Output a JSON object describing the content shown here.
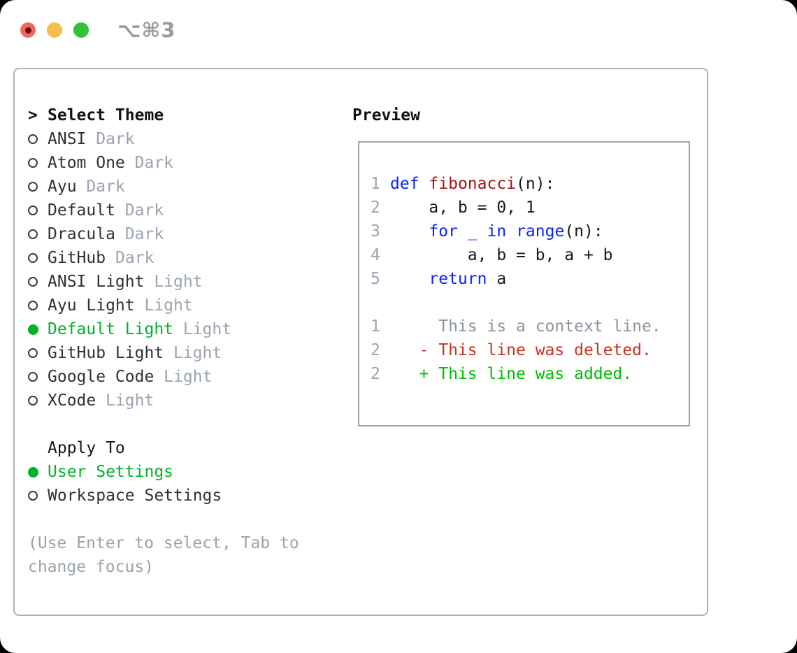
{
  "titlebar": {
    "title": "⌥⌘3",
    "traffic_lights": [
      "close",
      "minimize",
      "zoom"
    ]
  },
  "colors": {
    "accent_green": "#00b327",
    "keyword": "#0b24fb",
    "function": "#a31515",
    "text": "#17191d",
    "context": "#8b949e",
    "deleted": "#c5341f",
    "added": "#00bd00",
    "line_number": "#9aa4b2",
    "traffic_red": "#ee6a5e",
    "traffic_yellow": "#f6bd4f",
    "traffic_green": "#30c23a"
  },
  "theme_panel": {
    "header": {
      "prefix": ">",
      "label": "Select Theme"
    },
    "themes": [
      {
        "name": "ANSI",
        "variant": "Dark",
        "selected": false
      },
      {
        "name": "Atom One",
        "variant": "Dark",
        "selected": false
      },
      {
        "name": "Ayu",
        "variant": "Dark",
        "selected": false
      },
      {
        "name": "Default",
        "variant": "Dark",
        "selected": false
      },
      {
        "name": "Dracula",
        "variant": "Dark",
        "selected": false
      },
      {
        "name": "GitHub",
        "variant": "Dark",
        "selected": false
      },
      {
        "name": "ANSI Light",
        "variant": "Light",
        "selected": false
      },
      {
        "name": "Ayu Light",
        "variant": "Light",
        "selected": false
      },
      {
        "name": "Default Light",
        "variant": "Light",
        "selected": true
      },
      {
        "name": "GitHub Light",
        "variant": "Light",
        "selected": false
      },
      {
        "name": "Google Code",
        "variant": "Light",
        "selected": false
      },
      {
        "name": "XCode",
        "variant": "Light",
        "selected": false
      }
    ],
    "apply_to": {
      "label": "Apply To",
      "options": [
        {
          "name": "User Settings",
          "selected": true
        },
        {
          "name": "Workspace Settings",
          "selected": false
        }
      ]
    },
    "hint": "(Use Enter to select, Tab to change focus)"
  },
  "preview": {
    "title": "Preview",
    "lines": [
      {
        "num": "1",
        "segments": [
          {
            "text": "def",
            "color": "keyword"
          },
          {
            "text": " ",
            "color": "text"
          },
          {
            "text": "fibonacci",
            "color": "function"
          },
          {
            "text": "(n):",
            "color": "text"
          }
        ]
      },
      {
        "num": "2",
        "segments": [
          {
            "text": "    a, b = 0, 1",
            "color": "text"
          }
        ]
      },
      {
        "num": "3",
        "segments": [
          {
            "text": "    ",
            "color": "text"
          },
          {
            "text": "for",
            "color": "keyword"
          },
          {
            "text": " ",
            "color": "text"
          },
          {
            "text": "_",
            "color": "keyword"
          },
          {
            "text": " ",
            "color": "text"
          },
          {
            "text": "in",
            "color": "keyword"
          },
          {
            "text": " ",
            "color": "text"
          },
          {
            "text": "range",
            "color": "keyword"
          },
          {
            "text": "(n):",
            "color": "text"
          }
        ]
      },
      {
        "num": "4",
        "segments": [
          {
            "text": "        a, b = b, a + b",
            "color": "text"
          }
        ]
      },
      {
        "num": "5",
        "segments": [
          {
            "text": "    ",
            "color": "text"
          },
          {
            "text": "return",
            "color": "keyword"
          },
          {
            "text": " a",
            "color": "text"
          }
        ]
      },
      {
        "num": "",
        "segments": []
      },
      {
        "num": "1",
        "segments": [
          {
            "text": "     This is a context line.",
            "color": "context"
          }
        ]
      },
      {
        "num": "2",
        "segments": [
          {
            "text": "   - This line was deleted.",
            "color": "deleted"
          }
        ]
      },
      {
        "num": "2",
        "segments": [
          {
            "text": "   + This line was added.",
            "color": "added"
          }
        ]
      }
    ]
  }
}
